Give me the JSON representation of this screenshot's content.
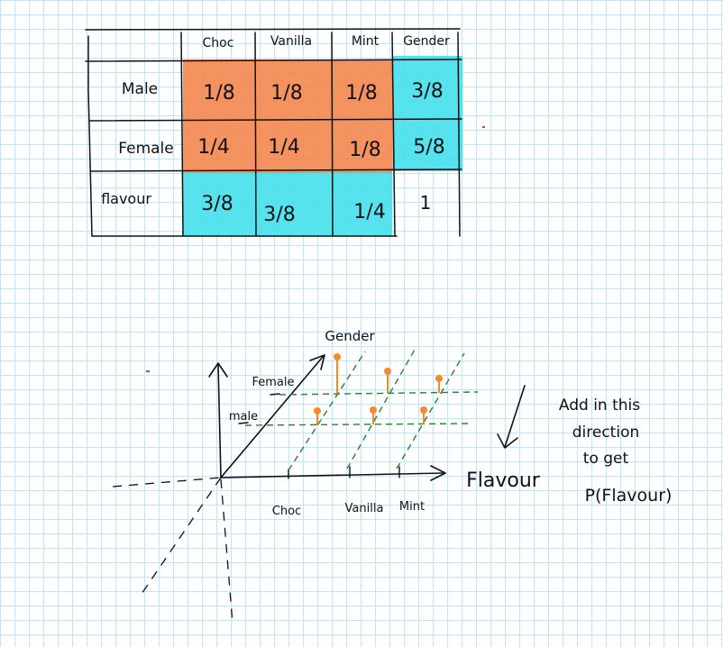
{
  "table": {
    "columns": [
      "Choc",
      "Vanilla",
      "Mint",
      "Gender"
    ],
    "rows": [
      {
        "label": "Male",
        "cells": [
          "1/8",
          "1/8",
          "1/8",
          "3/8"
        ]
      },
      {
        "label": "Female",
        "cells": [
          "1/4",
          "1/4",
          "1/8",
          "5/8"
        ]
      },
      {
        "label": "flavour",
        "cells": [
          "3/8",
          "3/8",
          "1/4",
          "1"
        ]
      }
    ],
    "highlight_colors": {
      "joint": "#f4874f",
      "marginal": "#45e0ec"
    }
  },
  "graph": {
    "y_axis_label": "Gender",
    "gender_ticks": [
      "Female",
      "male"
    ],
    "x_axis_label": "Flavour",
    "flavour_ticks": [
      "Choc",
      "Vanilla",
      "Mint"
    ],
    "stem_color": "#f28c28",
    "grid_color": "#2e7d32"
  },
  "note": {
    "lines": [
      "Add in this",
      "direction",
      "to get",
      "P(Flavour)"
    ]
  }
}
